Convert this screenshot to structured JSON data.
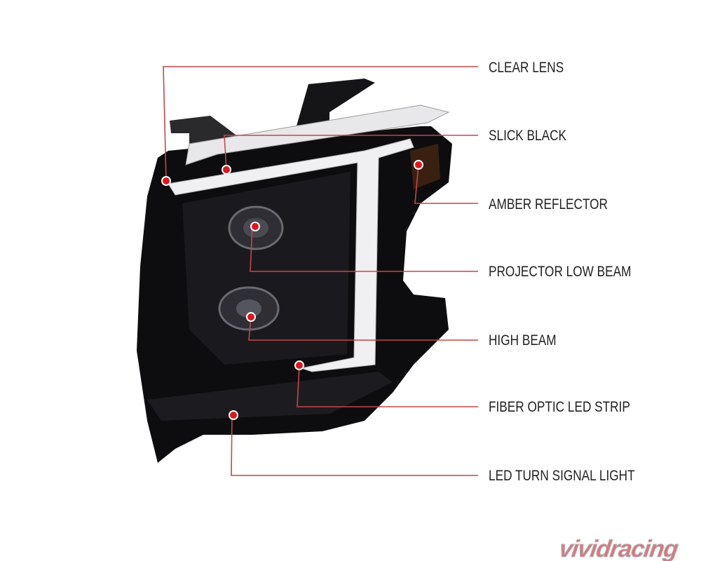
{
  "callouts": [
    {
      "label": "CLEAR LENS"
    },
    {
      "label": "SLICK BLACK"
    },
    {
      "label": "AMBER REFLECTOR"
    },
    {
      "label": "PROJECTOR LOW BEAM"
    },
    {
      "label": "HIGH BEAM"
    },
    {
      "label": "FIBER OPTIC LED STRIP"
    },
    {
      "label": "LED TURN SIGNAL LIGHT"
    }
  ],
  "brand": {
    "logo_text": "vividracing"
  },
  "colors": {
    "callout_line": "#c4464c",
    "dot": "#e0151e",
    "housing": "#0d0d0f"
  }
}
